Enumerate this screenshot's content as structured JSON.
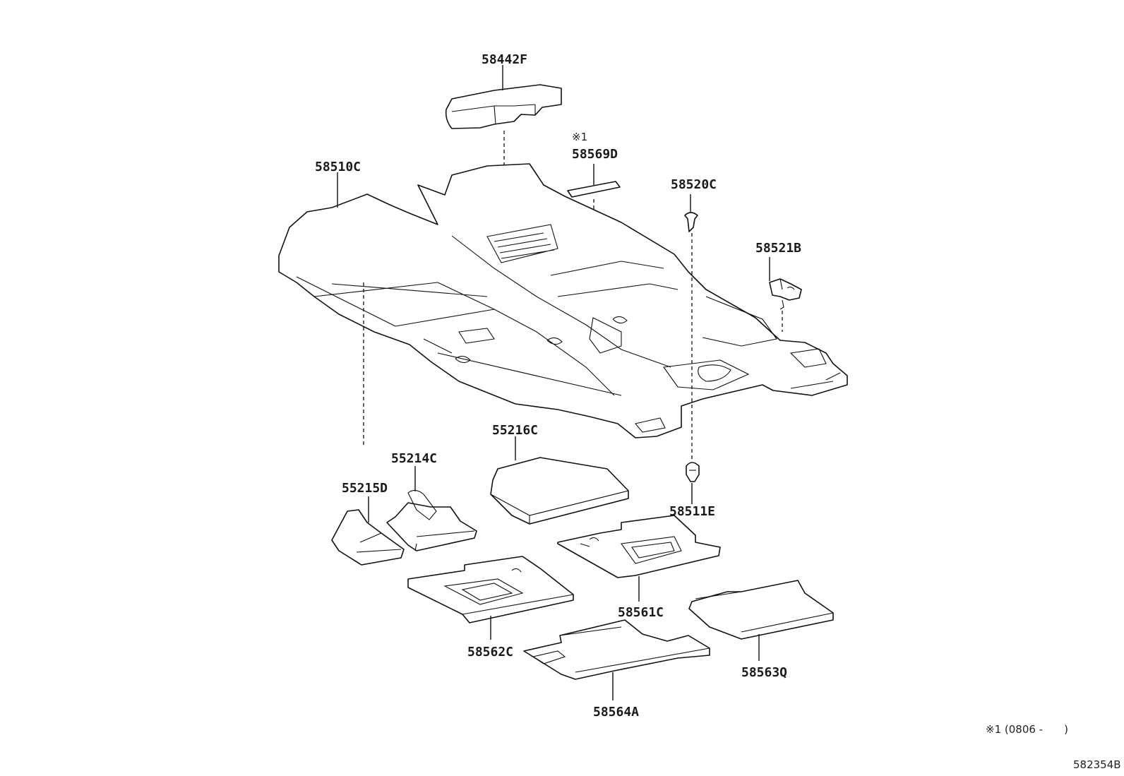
{
  "colors": {
    "line": "#111111",
    "background": "#ffffff"
  },
  "parts": [
    {
      "id": "58442F",
      "label": "58442F"
    },
    {
      "id": "58569D",
      "label": "58569D",
      "note_mark": "※1"
    },
    {
      "id": "58510C",
      "label": "58510C"
    },
    {
      "id": "58520C",
      "label": "58520C"
    },
    {
      "id": "58521B",
      "label": "58521B"
    },
    {
      "id": "55216C",
      "label": "55216C"
    },
    {
      "id": "55214C",
      "label": "55214C"
    },
    {
      "id": "55215D",
      "label": "55215D"
    },
    {
      "id": "58511E",
      "label": "58511E"
    },
    {
      "id": "58561C",
      "label": "58561C"
    },
    {
      "id": "58562C",
      "label": "58562C"
    },
    {
      "id": "58563Q",
      "label": "58563Q"
    },
    {
      "id": "58564A",
      "label": "58564A"
    }
  ],
  "footnote": {
    "text": "※1 (0806 -　　)"
  },
  "diagram_id": "582354B"
}
